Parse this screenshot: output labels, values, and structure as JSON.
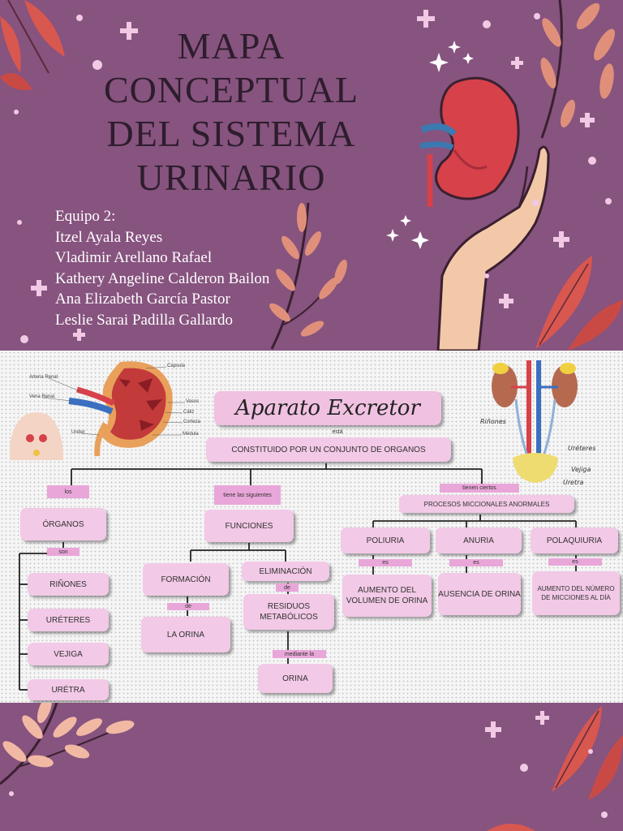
{
  "title": {
    "line1": "MAPA",
    "line2": "CONCEPTUAL",
    "line3": "DEL SISTEMA",
    "line4": "URINARIO"
  },
  "team": {
    "heading": "Equipo 2:",
    "members": [
      "Itzel Ayala Reyes",
      "Vladimir Arellano Rafael",
      "Kathery Angeline Calderon Bailon",
      "Ana Elizabeth García Pastor",
      "Leslie Sarai Padilla Gallardo"
    ]
  },
  "map": {
    "header": "Aparato Excretor",
    "header_conn": "está",
    "root": "CONSTITUIDO POR UN CONJUNTO DE ORGANOS",
    "branches": {
      "organs_conn": "los",
      "organs": "ÓRGANOS",
      "organs_list_conn": "son",
      "organs_list": [
        "RIÑONES",
        "URÉTERES",
        "VEJIGA",
        "URÉTRA"
      ],
      "functions_conn": "tiene las siguientes",
      "functions": "FUNCIONES",
      "formation": "FORMACIÓN",
      "formation_conn": "de",
      "formation_item": "LA ORINA",
      "elimination": "ELIMINACIÓN",
      "elimination_conn": "de",
      "elimination_item": "RESIDUOS METABÓLICOS",
      "elimination_conn2": "mediante la",
      "elimination_item2": "ORINA",
      "processes_conn": "tienen ciertos",
      "processes": "PROCESOS MICCIONALES ANORMALES",
      "process_items": [
        {
          "name": "POLIURIA",
          "conn": "es",
          "def": "AUMENTO DEL VOLUMEN DE ORINA"
        },
        {
          "name": "ANURIA",
          "conn": "es",
          "def": "AUSENCIA DE ORINA"
        },
        {
          "name": "POLAQUIURIA",
          "conn": "es",
          "def": "AUMENTO DEL NÚMERO DE MICCIONES AL DÍA"
        }
      ]
    },
    "kidney_labels": [
      "Arteria Renal",
      "Vena Renal",
      "Uréter",
      "Cápsula",
      "Vasos",
      "Cáliz",
      "Corteza",
      "Médula"
    ],
    "body_labels": [
      "Riñones",
      "Uréteres",
      "Vejiga",
      "Uretra"
    ]
  },
  "colors": {
    "background": "#87537f",
    "box": "#f2c9e6",
    "connector": "#e9a6d9",
    "leaf": "#d8574f"
  }
}
